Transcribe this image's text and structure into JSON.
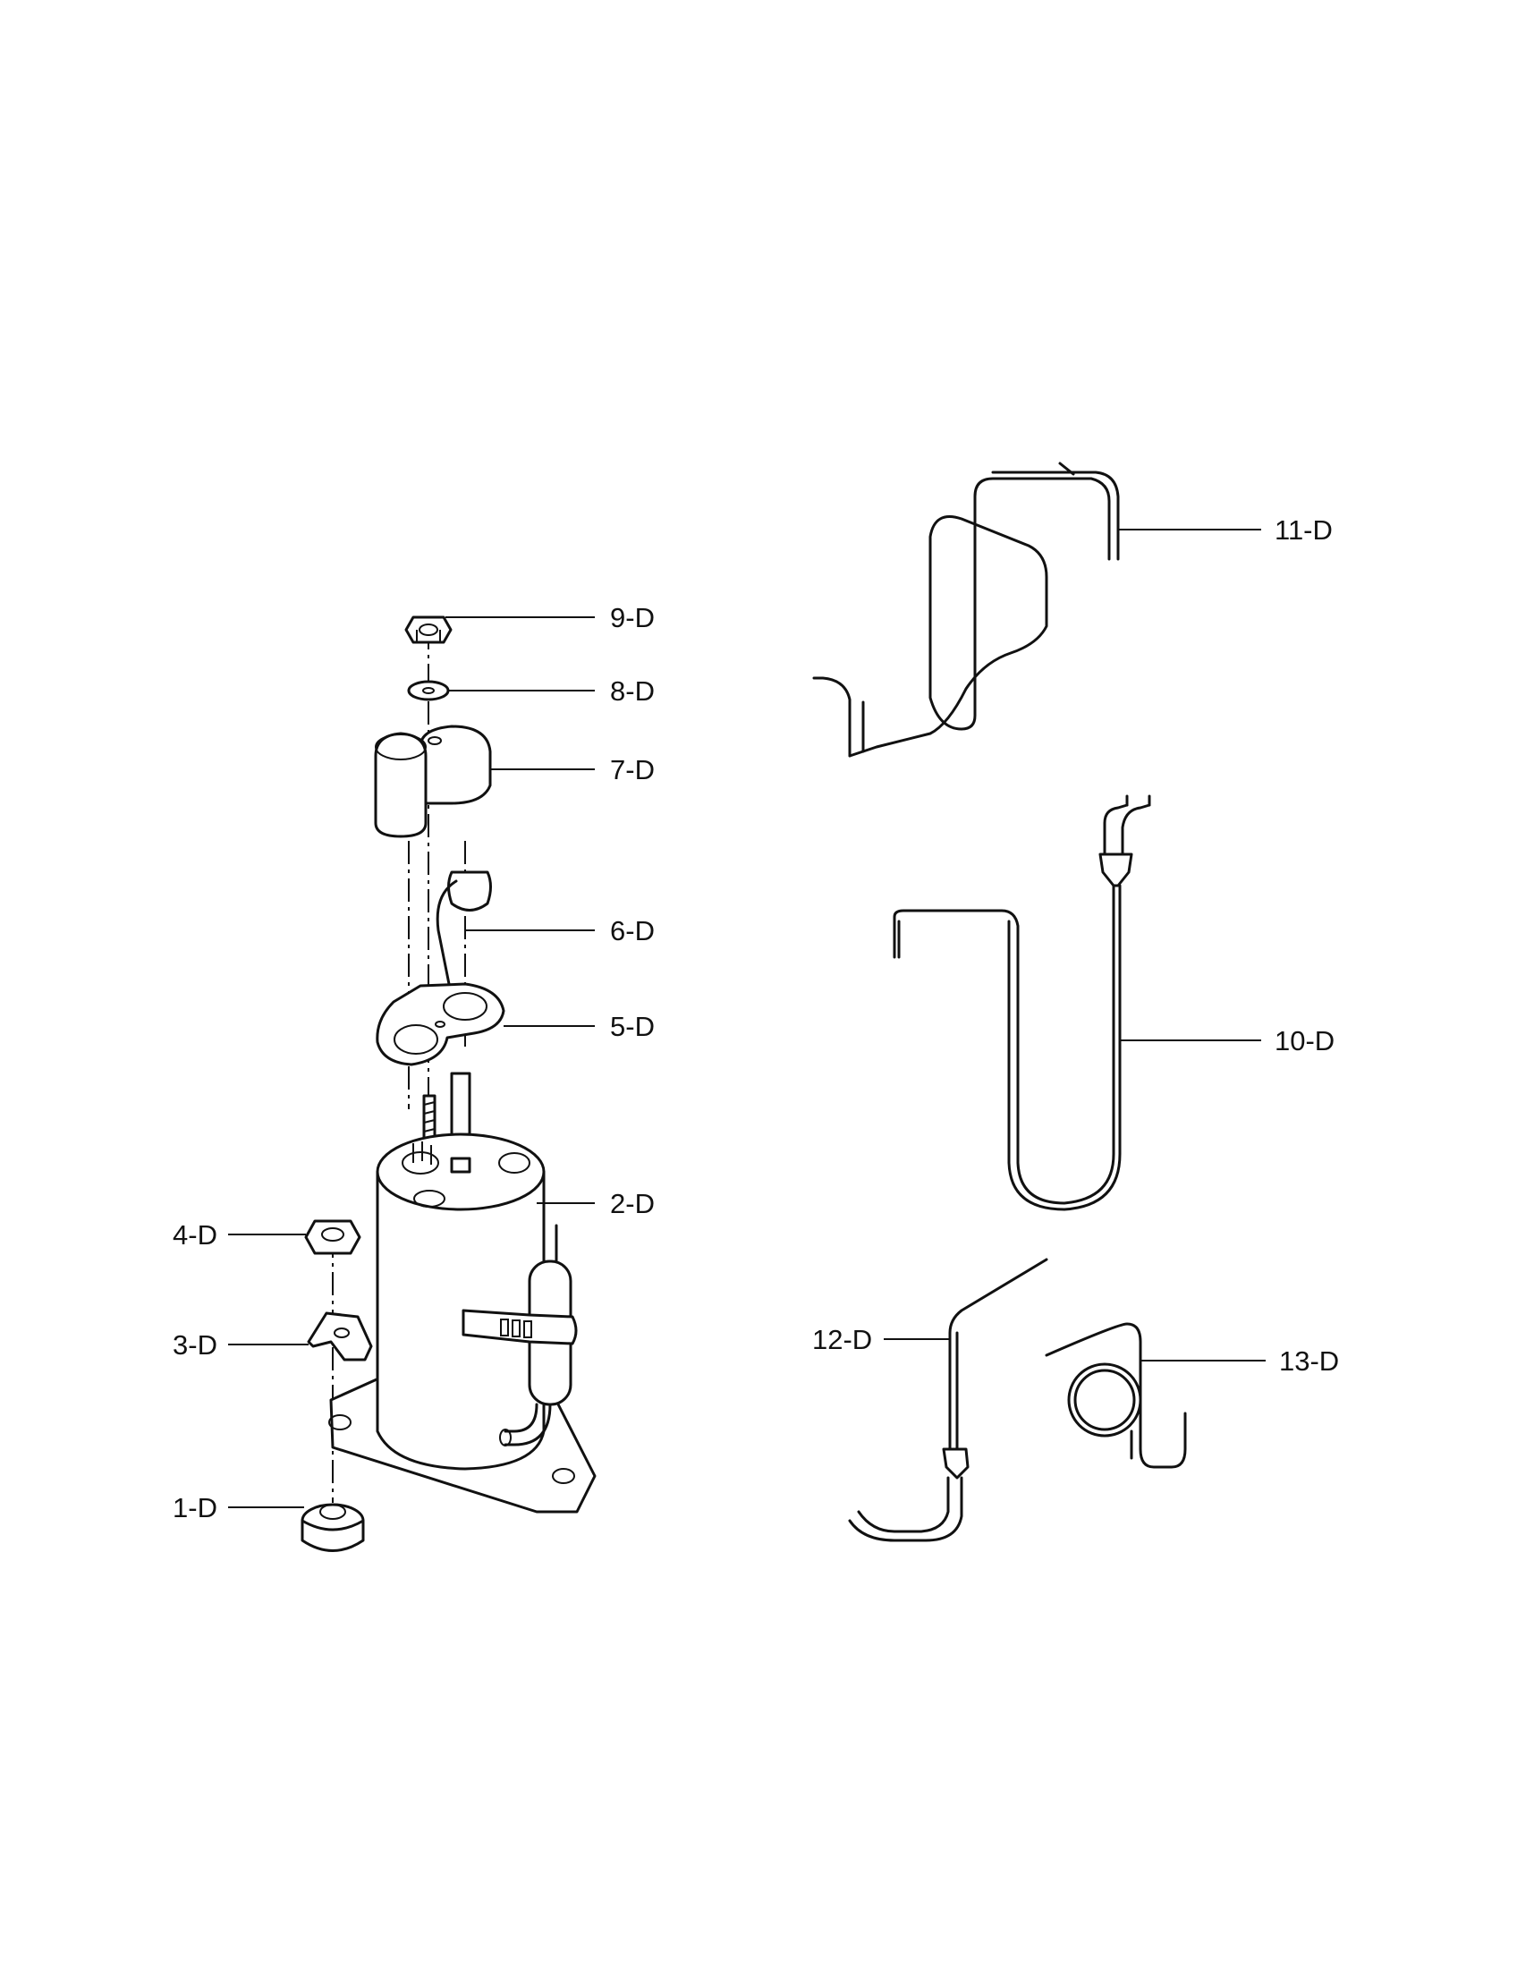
{
  "callouts": {
    "c1": "1-D",
    "c2": "2-D",
    "c3": "3-D",
    "c4": "4-D",
    "c5": "5-D",
    "c6": "6-D",
    "c7": "7-D",
    "c8": "8-D",
    "c9": "9-D",
    "c10": "10-D",
    "c11": "11-D",
    "c12": "12-D",
    "c13": "13-D"
  }
}
